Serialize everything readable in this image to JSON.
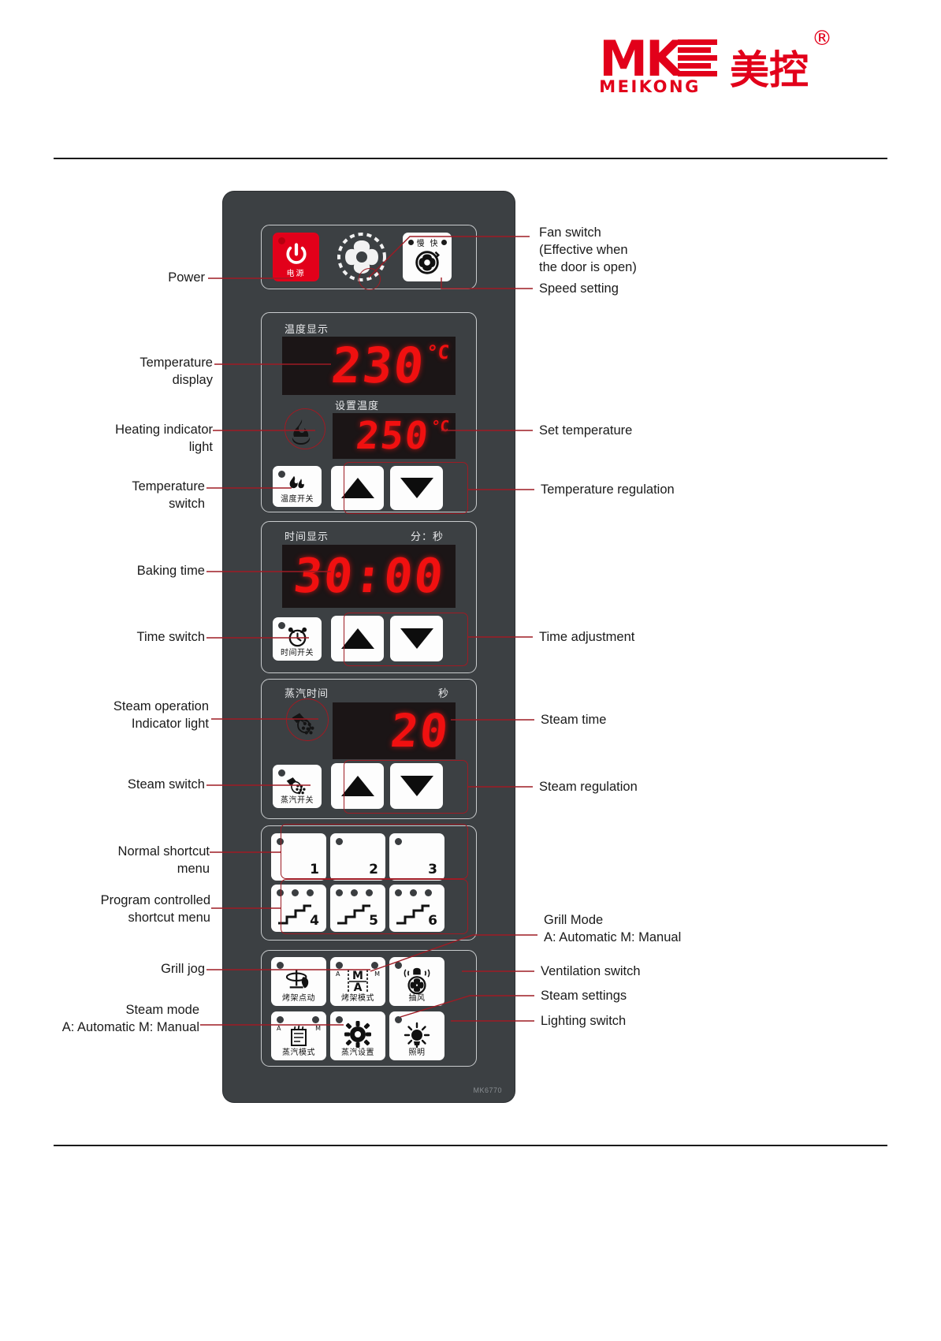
{
  "brand": {
    "mark": "MK",
    "wordmark": "MEIKONG",
    "chinese": "美控",
    "registered": "®"
  },
  "panel": {
    "model_number": "MK6770",
    "power_key": {
      "label": "电源",
      "icon": "power-icon"
    },
    "fan_graphic": {
      "icon": "fan-blades-icon"
    },
    "speed_key": {
      "slow_label": "慢",
      "fast_label": "快",
      "icon": "fan-speed-icon"
    },
    "temperature": {
      "display_label": "温度显示",
      "display_value": "230",
      "display_unit": "°C",
      "set_label": "设置温度",
      "set_value": "250",
      "set_unit": "°C",
      "heating_indicator_icon": "flame-icon",
      "switch_key": {
        "label": "温度开关",
        "icon": "flame-icon"
      },
      "up_key": {
        "icon": "triangle-up-icon"
      },
      "down_key": {
        "icon": "triangle-down-icon"
      }
    },
    "time": {
      "display_label": "时间显示",
      "unit_label": "分：秒",
      "display_value": "30:00",
      "switch_key": {
        "label": "时间开关",
        "icon": "alarm-clock-icon"
      },
      "up_key": {
        "icon": "triangle-up-icon"
      },
      "down_key": {
        "icon": "triangle-down-icon"
      }
    },
    "steam": {
      "display_label": "蒸汽时间",
      "unit_label": "秒",
      "display_value": "20",
      "indicator_icon": "steam-spray-icon",
      "switch_key": {
        "label": "蒸汽开关",
        "icon": "steam-spray-icon"
      },
      "up_key": {
        "icon": "triangle-up-icon"
      },
      "down_key": {
        "icon": "triangle-down-icon"
      }
    },
    "shortcuts_normal": [
      "1",
      "2",
      "3"
    ],
    "shortcuts_program": [
      "4",
      "5",
      "6"
    ],
    "function_keys": [
      {
        "label": "烤架点动",
        "icon": "grill-jog-icon"
      },
      {
        "label": "烤架模式",
        "icon": "grill-mode-am-icon",
        "mode_a": "A",
        "mode_m": "M",
        "face_top": "M",
        "face_bottom": "A"
      },
      {
        "label": "抽风",
        "icon": "ventilation-fan-icon"
      },
      {
        "label": "蒸汽模式",
        "icon": "steam-mode-am-icon",
        "mode_a": "A",
        "mode_m": "M"
      },
      {
        "label": "蒸汽设置",
        "icon": "steam-settings-gear-icon"
      },
      {
        "label": "照明",
        "icon": "lighting-icon"
      }
    ]
  },
  "callouts": {
    "left": [
      {
        "id": "power",
        "text": "Power"
      },
      {
        "id": "temperature-display",
        "text": "Temperature\ndisplay"
      },
      {
        "id": "heating-indicator-light",
        "text": "Heating indicator\nlight"
      },
      {
        "id": "temperature-switch",
        "text": "Temperature\nswitch"
      },
      {
        "id": "baking-time",
        "text": "Baking time"
      },
      {
        "id": "time-switch",
        "text": "Time switch"
      },
      {
        "id": "steam-operation-indicator-light",
        "text": "Steam operation\nIndicator light"
      },
      {
        "id": "steam-switch",
        "text": "Steam switch"
      },
      {
        "id": "normal-shortcut-menu",
        "text": "Normal shortcut\nmenu"
      },
      {
        "id": "program-controlled-shortcut-menu",
        "text": "Program controlled\nshortcut menu"
      },
      {
        "id": "grill-jog",
        "text": "Grill jog"
      },
      {
        "id": "steam-mode",
        "text": "Steam mode\nA: Automatic M: Manual"
      }
    ],
    "right": [
      {
        "id": "fan-switch",
        "text": "Fan switch\n(Effective when\nthe door is open)"
      },
      {
        "id": "speed-setting",
        "text": "Speed setting"
      },
      {
        "id": "set-temperature",
        "text": "Set temperature"
      },
      {
        "id": "temperature-regulation",
        "text": "Temperature regulation"
      },
      {
        "id": "time-adjustment",
        "text": "Time adjustment"
      },
      {
        "id": "steam-time",
        "text": "Steam time"
      },
      {
        "id": "steam-regulation",
        "text": "Steam regulation"
      },
      {
        "id": "grill-mode",
        "text": "Grill Mode\nA: Automatic M: Manual"
      },
      {
        "id": "ventilation-switch",
        "text": "Ventilation switch"
      },
      {
        "id": "steam-settings",
        "text": "Steam settings"
      },
      {
        "id": "lighting-switch",
        "text": "Lighting switch"
      }
    ]
  },
  "colors": {
    "brand_red": "#e2001a",
    "panel_bg": "#3c4043",
    "led_red": "#f01010",
    "callout_line": "#9e1b24"
  }
}
